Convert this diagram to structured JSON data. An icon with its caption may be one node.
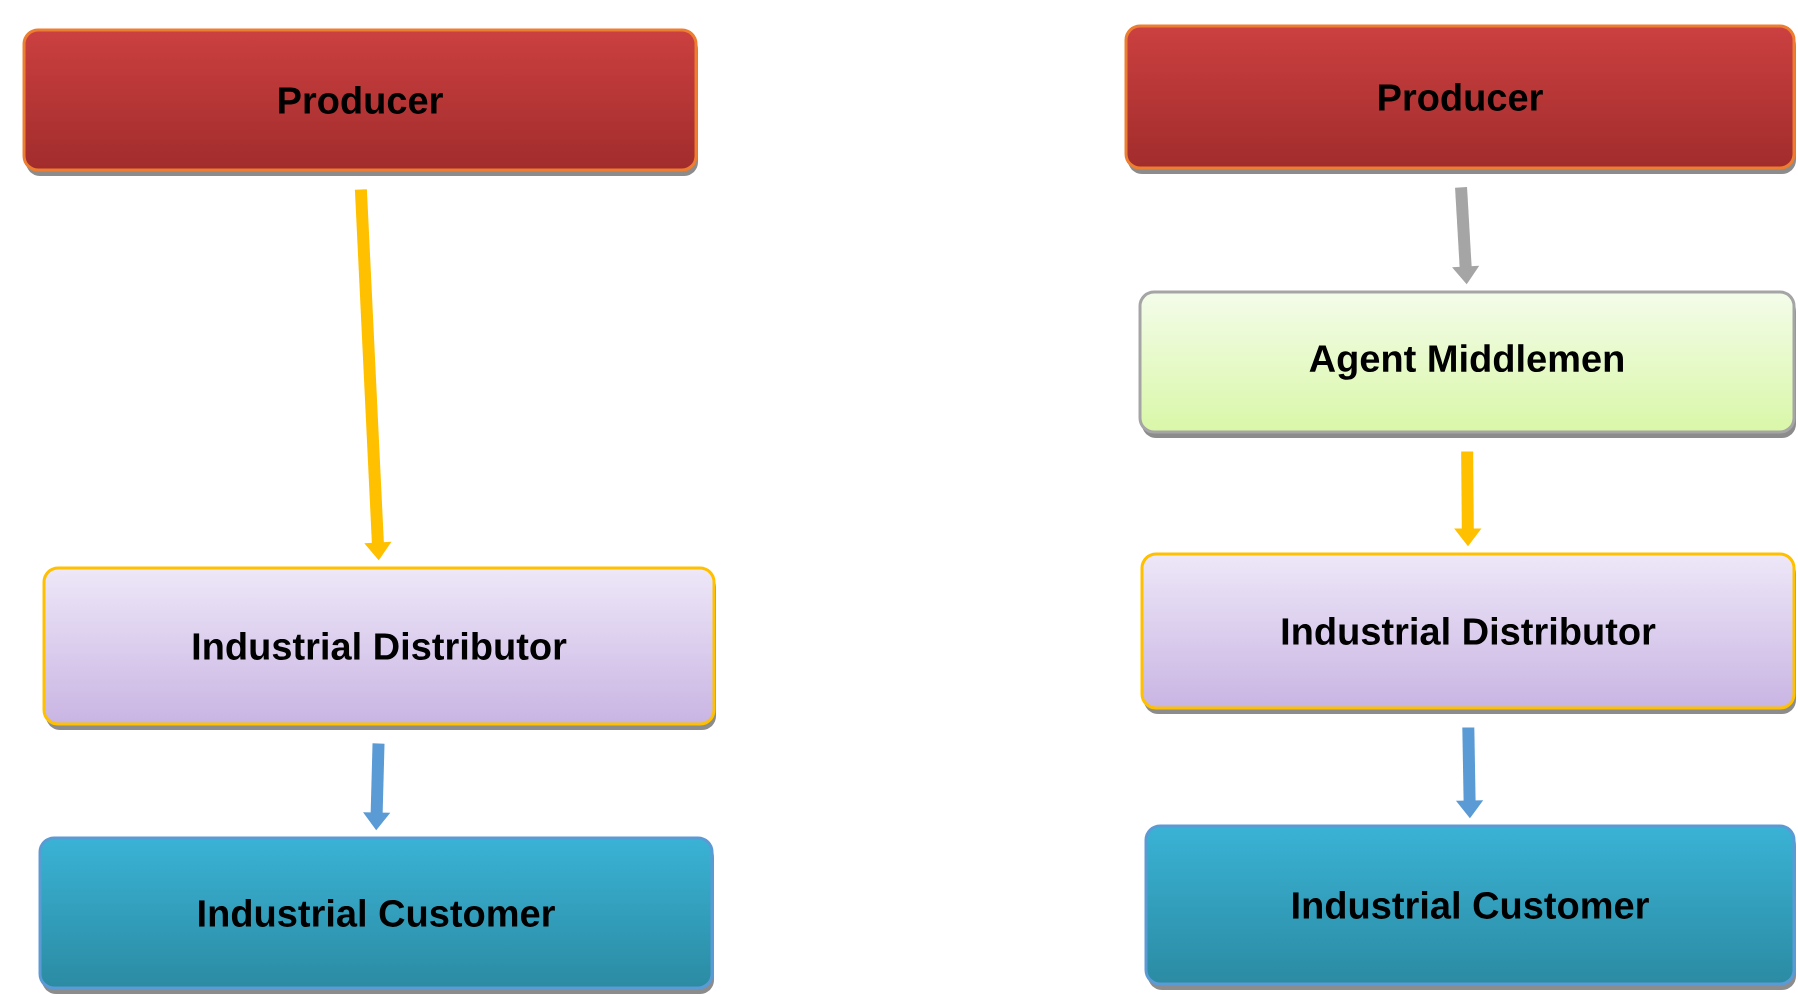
{
  "diagram": {
    "nodes": [
      {
        "text": [
          "Producer"
        ]
      },
      {
        "text": [
          "Industrial Distributor"
        ]
      },
      {
        "text": [
          "Industrial Customer"
        ]
      },
      {
        "text": [
          "Producer"
        ]
      },
      {
        "text": [
          "Agent Middlemen"
        ]
      },
      {
        "text": [
          "Industrial Distributor"
        ]
      },
      {
        "text": [
          "Industrial Customer"
        ]
      }
    ],
    "edges": [
      {
        "from": 0,
        "to": 1,
        "arrow": "to",
        "color": "#ffc000"
      },
      {
        "from": 1,
        "to": 2,
        "arrow": "to",
        "color": "#5b9bd5"
      },
      {
        "from": 3,
        "to": 4,
        "arrow": "to",
        "color": "#a5a5a5"
      },
      {
        "from": 4,
        "to": 5,
        "arrow": "to",
        "color": "#ffc000"
      },
      {
        "from": 5,
        "to": 6,
        "arrow": "to",
        "color": "#5b9bd5"
      }
    ]
  }
}
